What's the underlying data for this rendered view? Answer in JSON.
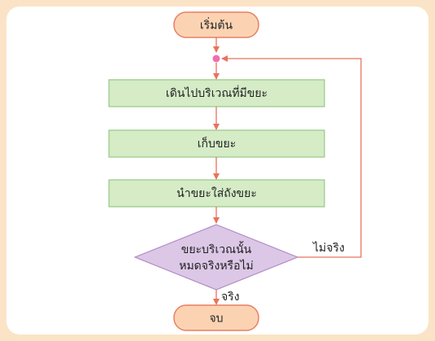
{
  "colors": {
    "background": "#fbe3c7",
    "panel": "#ffffff",
    "terminal_fill": "#fbd3b3",
    "terminal_stroke": "#e87f63",
    "process_fill": "#d5ecc7",
    "process_stroke": "#96c882",
    "decision_fill": "#dcc7e6",
    "decision_stroke": "#b08ac6",
    "connector": "#f06eb0",
    "arrow": "#e8735c"
  },
  "nodes": {
    "start": "เริ่มต้น",
    "step1": "เดินไปบริเวณที่มีขยะ",
    "step2": "เก็บขยะ",
    "step3": "นำขยะใส่ถังขยะ",
    "decision_line1": "ขยะบริเวณนั้น",
    "decision_line2": "หมดจริงหรือไม่",
    "end": "จบ"
  },
  "edges": {
    "no_label": "ไม่จริง",
    "yes_label": "จริง"
  }
}
